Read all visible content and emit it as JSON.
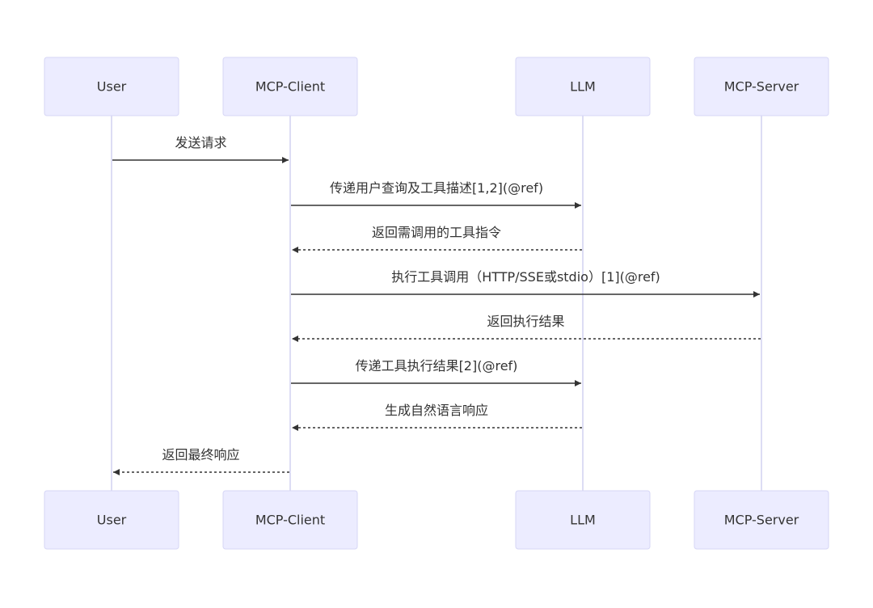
{
  "participants": [
    {
      "id": "user",
      "label": "User"
    },
    {
      "id": "client",
      "label": "MCP-Client"
    },
    {
      "id": "llm",
      "label": "LLM"
    },
    {
      "id": "server",
      "label": "MCP-Server"
    }
  ],
  "messages": [
    {
      "from": "user",
      "to": "client",
      "label": "发送请求",
      "style": "solid"
    },
    {
      "from": "client",
      "to": "llm",
      "label": "传递用户查询及工具描述[1,2](@ref)",
      "style": "solid"
    },
    {
      "from": "llm",
      "to": "client",
      "label": "返回需调用的工具指令",
      "style": "dashed"
    },
    {
      "from": "client",
      "to": "server",
      "label": "执行工具调用（HTTP/SSE或stdio）[1](@ref)",
      "style": "solid"
    },
    {
      "from": "server",
      "to": "client",
      "label": "返回执行结果",
      "style": "dashed"
    },
    {
      "from": "client",
      "to": "llm",
      "label": "传递工具执行结果[2](@ref)",
      "style": "solid"
    },
    {
      "from": "llm",
      "to": "client",
      "label": "生成自然语言响应",
      "style": "dashed"
    },
    {
      "from": "client",
      "to": "user",
      "label": "返回最终响应",
      "style": "dashed"
    }
  ]
}
